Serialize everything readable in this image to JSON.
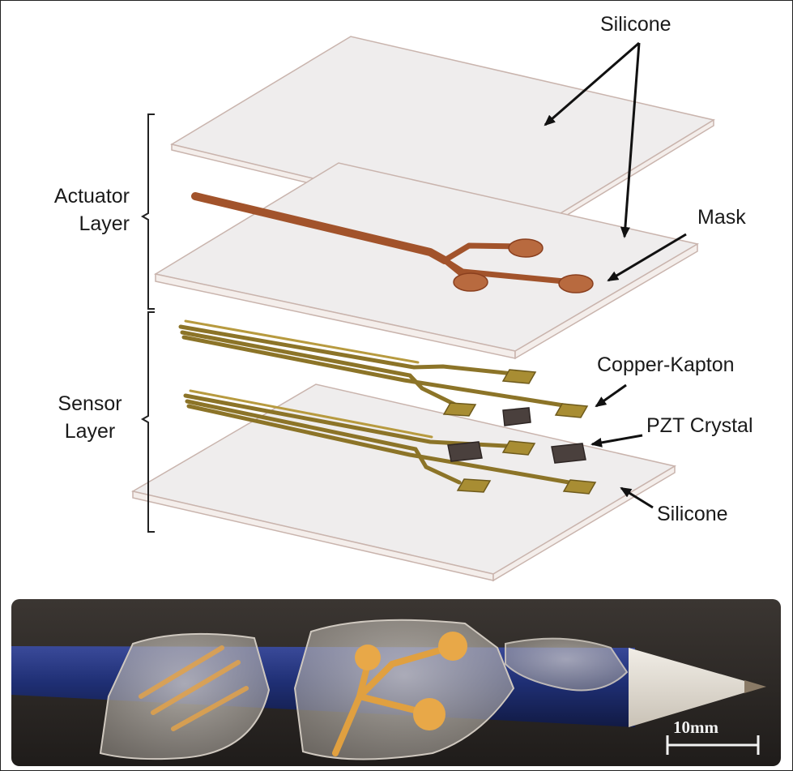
{
  "labels": {
    "silicone_top": "Silicone",
    "mask": "Mask",
    "actuator_layer": [
      "Actuator",
      "Layer"
    ],
    "sensor_layer": [
      "Sensor",
      "Layer"
    ],
    "copper_kapton": "Copper-Kapton",
    "pzt_crystal": "PZT Crystal",
    "silicone_bottom": "Silicone"
  },
  "photo": {
    "scale_bar": "10mm"
  },
  "colors": {
    "sheet_fill": "#efeded",
    "sheet_edge": "#c9b4ad",
    "mask_trace": "#a2532b",
    "copper_trace": "#8c7428",
    "copper_pad": "#a88d33",
    "pzt": "#4a403d",
    "panel_bg": "#2b2825",
    "pencil": "#1f2f74"
  }
}
